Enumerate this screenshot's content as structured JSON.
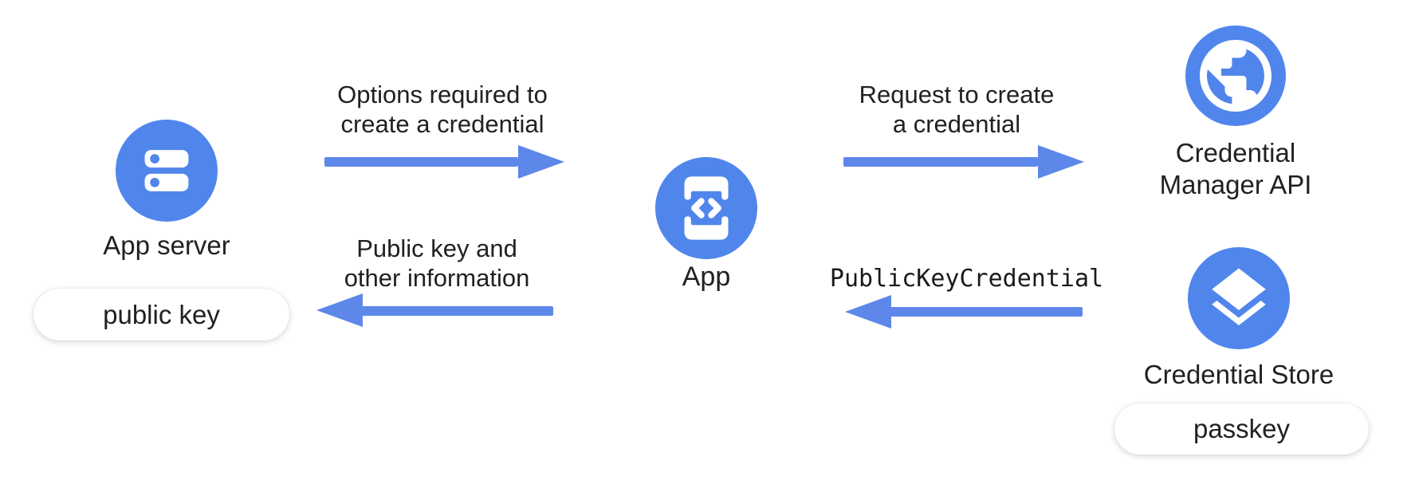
{
  "colors": {
    "node_blue": "#5086EC",
    "arrow_blue": "#5E87EA",
    "label_text": "#202124",
    "pill_bg": "#FFFFFF",
    "icon_white": "#FFFFFF",
    "canvas_bg": "#FFFFFF"
  },
  "nodes": {
    "app_server": {
      "label": "App server",
      "icon": "server-dns-icon",
      "badge": "public key"
    },
    "app": {
      "label": "App",
      "icon": "phone-code-icon"
    },
    "credential_manager": {
      "label": "Credential Manager API",
      "icon": "globe-icon"
    },
    "credential_store": {
      "label": "Credential Store",
      "icon": "layers-icon",
      "badge": "passkey"
    }
  },
  "arrows": {
    "options": {
      "lines": [
        "Options required to",
        "create a credential"
      ],
      "direction": "right"
    },
    "request": {
      "lines": [
        "Request to create",
        "a credential"
      ],
      "direction": "right"
    },
    "public_key_credential": {
      "lines": [
        "PublicKeyCredential"
      ],
      "direction": "left",
      "font": "monospace"
    },
    "public_key_info": {
      "lines": [
        "Public key and",
        "other information"
      ],
      "direction": "left"
    }
  }
}
